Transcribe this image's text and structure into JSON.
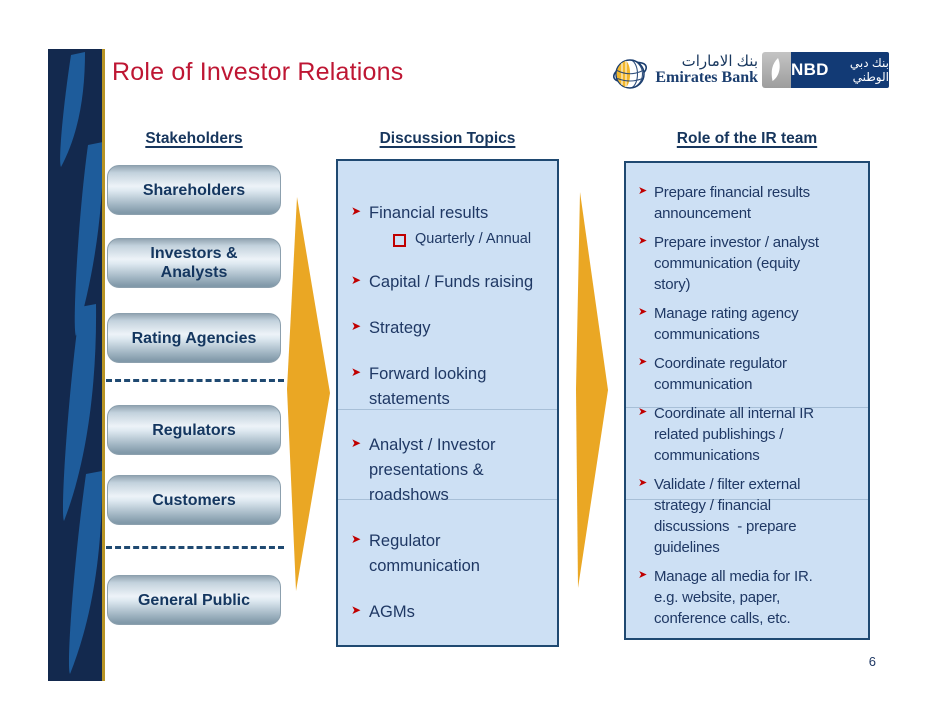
{
  "page": {
    "title": "Role of Investor Relations",
    "page_number": "6"
  },
  "colors": {
    "title_red": "#BE1633",
    "text_navy": "#1F3864",
    "header_navy": "#17365D",
    "box_fill": "#CDE0F4",
    "box_border": "#1F4971",
    "arrow_gold": "#EAA724",
    "bullet_red": "#C00000",
    "sidebar_navy": "#13294E",
    "sidebar_stroke_blue": "#1E5C9B",
    "sidebar_edge_gold": "#B79425"
  },
  "icons": {
    "bullet_arrow": "➤",
    "sub_bullet_square": "hollow-red-square",
    "emirates_globe": "globe-with-orbit",
    "nbd_sail": "white-sail"
  },
  "logos": {
    "emirates": {
      "arabic": "بنك الامارات",
      "wordmark": "Emirates Bank"
    },
    "nbd": {
      "wordmark": "NBD",
      "arabic": "بنك دبي الوطني"
    }
  },
  "stakeholders": {
    "header": "Stakeholders",
    "pills": [
      "Shareholders",
      "Investors &\nAnalysts",
      "Rating Agencies",
      "Regulators",
      "Customers",
      "General Public"
    ]
  },
  "discussion": {
    "header": "Discussion Topics",
    "items": [
      {
        "text": "Financial results",
        "sub": "Quarterly / Annual"
      },
      {
        "text": "Capital / Funds raising"
      },
      {
        "text": "Strategy"
      },
      {
        "text": "Forward looking\nstatements"
      },
      {
        "text": "Analyst / Investor\npresentations &\nroadshows"
      },
      {
        "text": "Regulator\ncommunication"
      },
      {
        "text": "AGMs"
      }
    ]
  },
  "ir_team": {
    "header": "Role of the IR team",
    "items": [
      "Prepare financial results\nannouncement",
      "Prepare investor / analyst\ncommunication (equity\nstory)",
      "Manage rating agency\ncommunications",
      "Coordinate regulator\ncommunication",
      "Coordinate all internal IR\nrelated publishings /\ncommunications",
      "Validate / filter external\nstrategy / financial\ndiscussions  - prepare\nguidelines",
      "Manage all media for IR.\ne.g. website, paper,\nconference calls, etc."
    ]
  }
}
